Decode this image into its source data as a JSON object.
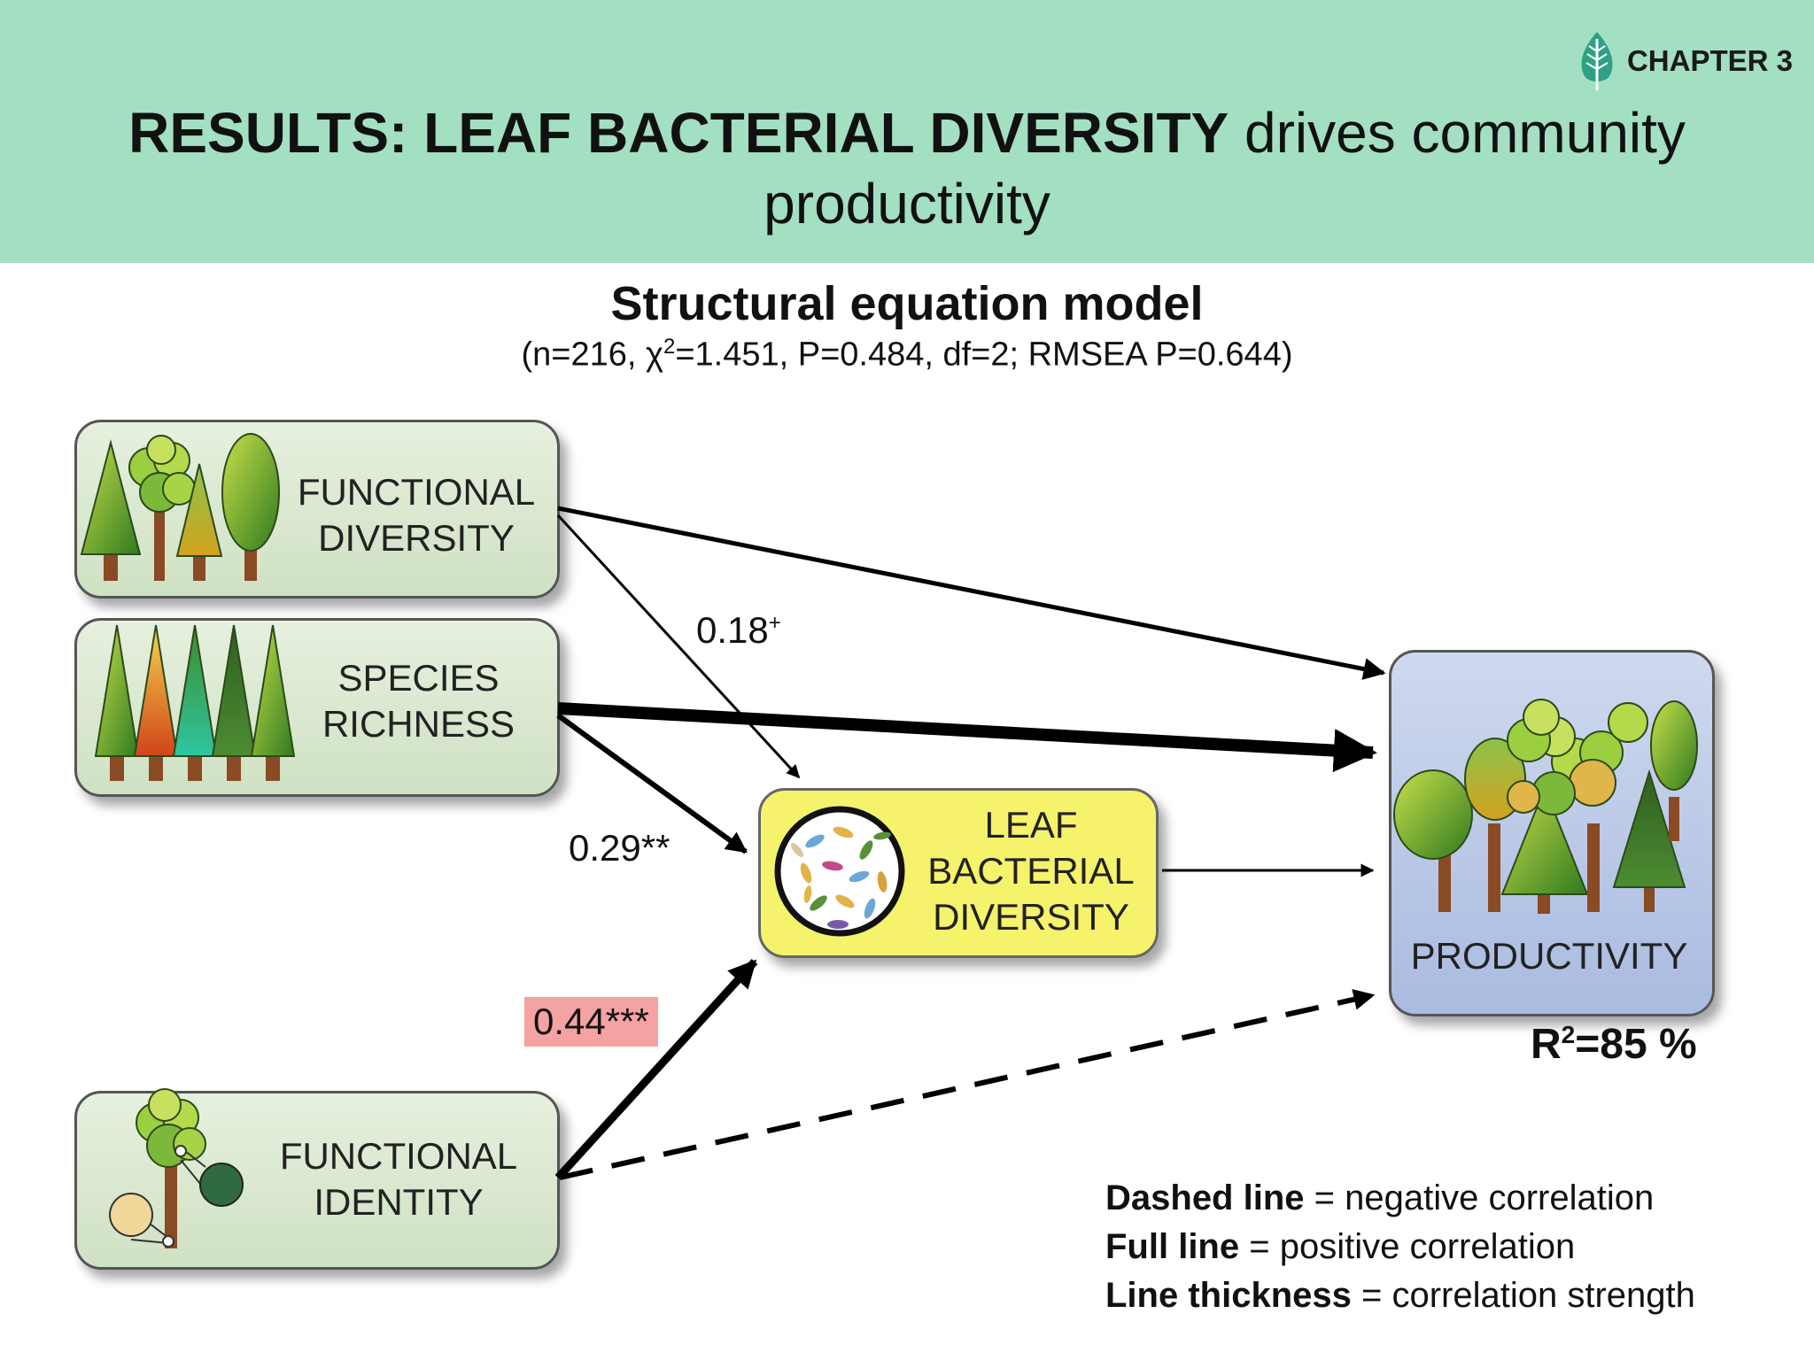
{
  "header": {
    "chapter": "CHAPTER 3",
    "title_bold": "RESULTS: LEAF BACTERIAL DIVERSITY",
    "title_rest": " drives community productivity"
  },
  "model": {
    "title": "Structural equation model",
    "stats_pre": "(n=216, χ",
    "stats_sup": "2",
    "stats_post": "=1.451, P=0.484, df=2; RMSEA P=0.644)"
  },
  "nodes": {
    "functional_diversity": [
      "FUNCTIONAL",
      "DIVERSITY"
    ],
    "species_richness": [
      "SPECIES",
      "RICHNESS"
    ],
    "functional_identity": [
      "FUNCTIONAL",
      "IDENTITY"
    ],
    "leaf_bacterial_diversity": [
      "LEAF",
      "BACTERIAL",
      "DIVERSITY"
    ],
    "productivity": "PRODUCTIVITY"
  },
  "paths": [
    {
      "from": "functional_diversity",
      "to": "productivity",
      "style": "full",
      "strength": "weak"
    },
    {
      "from": "functional_diversity",
      "to": "leaf_bacterial_diversity",
      "style": "full",
      "strength": "weak",
      "coefficient": "0.18",
      "significance": "+"
    },
    {
      "from": "species_richness",
      "to": "productivity",
      "style": "full",
      "strength": "strong"
    },
    {
      "from": "species_richness",
      "to": "leaf_bacterial_diversity",
      "style": "full",
      "strength": "medium",
      "coefficient": "0.29**"
    },
    {
      "from": "functional_identity",
      "to": "leaf_bacterial_diversity",
      "style": "full",
      "strength": "strong",
      "coefficient": "0.44***",
      "highlight": "#f4a2a2"
    },
    {
      "from": "functional_identity",
      "to": "productivity",
      "style": "dashed",
      "strength": "medium"
    },
    {
      "from": "leaf_bacterial_diversity",
      "to": "productivity",
      "style": "full",
      "strength": "weak"
    }
  ],
  "r2": {
    "pre": "R",
    "sup": "2",
    "post": "=85 %"
  },
  "legend": [
    {
      "bold": "Dashed line",
      "text": " = negative correlation"
    },
    {
      "bold": "Full line",
      "text": " = positive correlation"
    },
    {
      "bold": "Line thickness",
      "text": " = correlation strength"
    }
  ],
  "colors": {
    "header_bg": "#a3dfc1",
    "green_box": "#d8e8cf",
    "yellow_box": "#f6f26c",
    "blue_box": "#b8c8e6",
    "highlight": "#f4a2a2"
  }
}
